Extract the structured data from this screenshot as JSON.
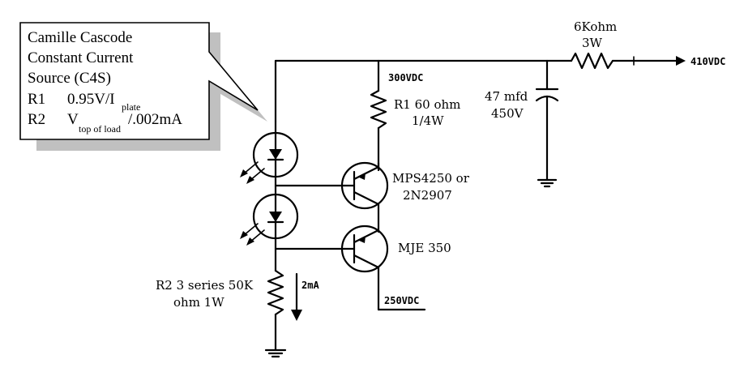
{
  "callout": {
    "line1": "Camille Cascode",
    "line2": "Constant Current",
    "line3": "Source (C4S)",
    "r1_name": "R1",
    "r1_formula": "0.95V/I",
    "r1_sub": "plate",
    "r2_name": "R2",
    "r2_v": "V",
    "r2_sub": "top of load",
    "r2_tail": "/.002mA"
  },
  "labels": {
    "res_6k_line1": "6Kohm",
    "res_6k_line2": "3W",
    "out_voltage": "410VDC",
    "top_voltage": "300VDC",
    "r1_line1": "R1  60 ohm",
    "r1_line2": "1/4W",
    "cap_line1": "47 mfd",
    "cap_line2": "450V",
    "q1_line1": "MPS4250 or",
    "q1_line2": "2N2907",
    "q2_line1": "MJE 350",
    "r2_line1": "R2 3 series 50K",
    "r2_line2": "ohm 1W",
    "current": "2mA",
    "bottom_voltage": "250VDC"
  },
  "colors": {
    "ink": "#000000",
    "callout_fill": "#ffffff",
    "callout_shadow": "#c0c0c0"
  }
}
